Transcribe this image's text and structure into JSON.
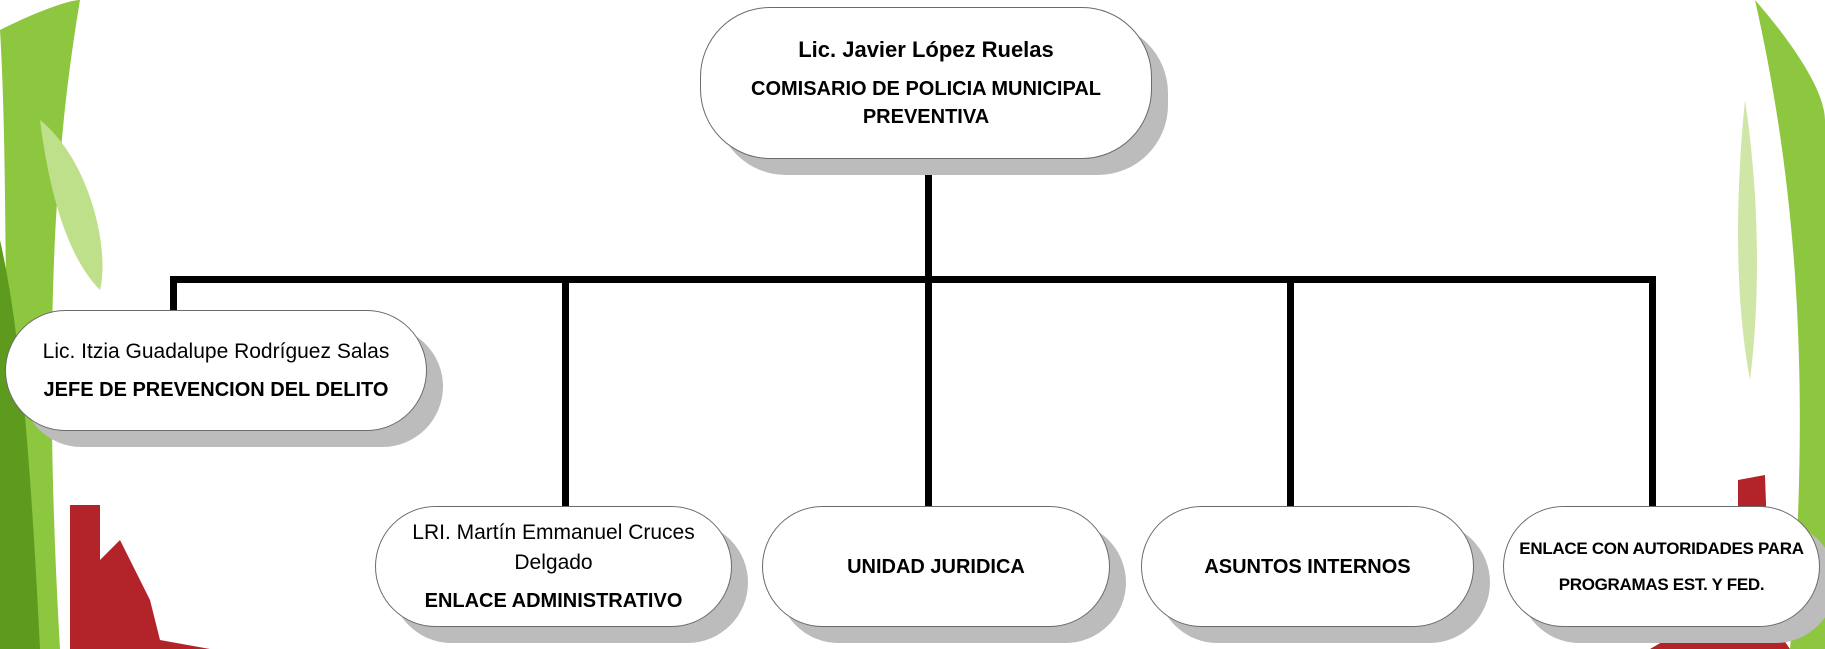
{
  "colors": {
    "leaf_green": "#8dc63f",
    "leaf_green_dark": "#5e9a1e",
    "emblem_red": "#b3232a",
    "line": "#000000",
    "node_border": "#6b6b6b",
    "node_shadow": "#bcbcbc"
  },
  "org": {
    "root": {
      "name": "Lic. Javier López Ruelas",
      "role": "COMISARIO DE POLICIA MUNICIPAL PREVENTIVA"
    },
    "prevention": {
      "name": "Lic. Itzia Guadalupe Rodríguez Salas",
      "role": "JEFE DE PREVENCION DEL DELITO"
    },
    "admin": {
      "name": "LRI. Martín Emmanuel  Cruces Delgado",
      "role": "ENLACE ADMINISTRATIVO"
    },
    "juridica": {
      "role": "UNIDAD JURIDICA"
    },
    "internos": {
      "role": "ASUNTOS INTERNOS"
    },
    "enlace": {
      "role_line1": "ENLACE CON AUTORIDADES PARA",
      "role_line2": "PROGRAMAS EST. Y FED."
    }
  }
}
